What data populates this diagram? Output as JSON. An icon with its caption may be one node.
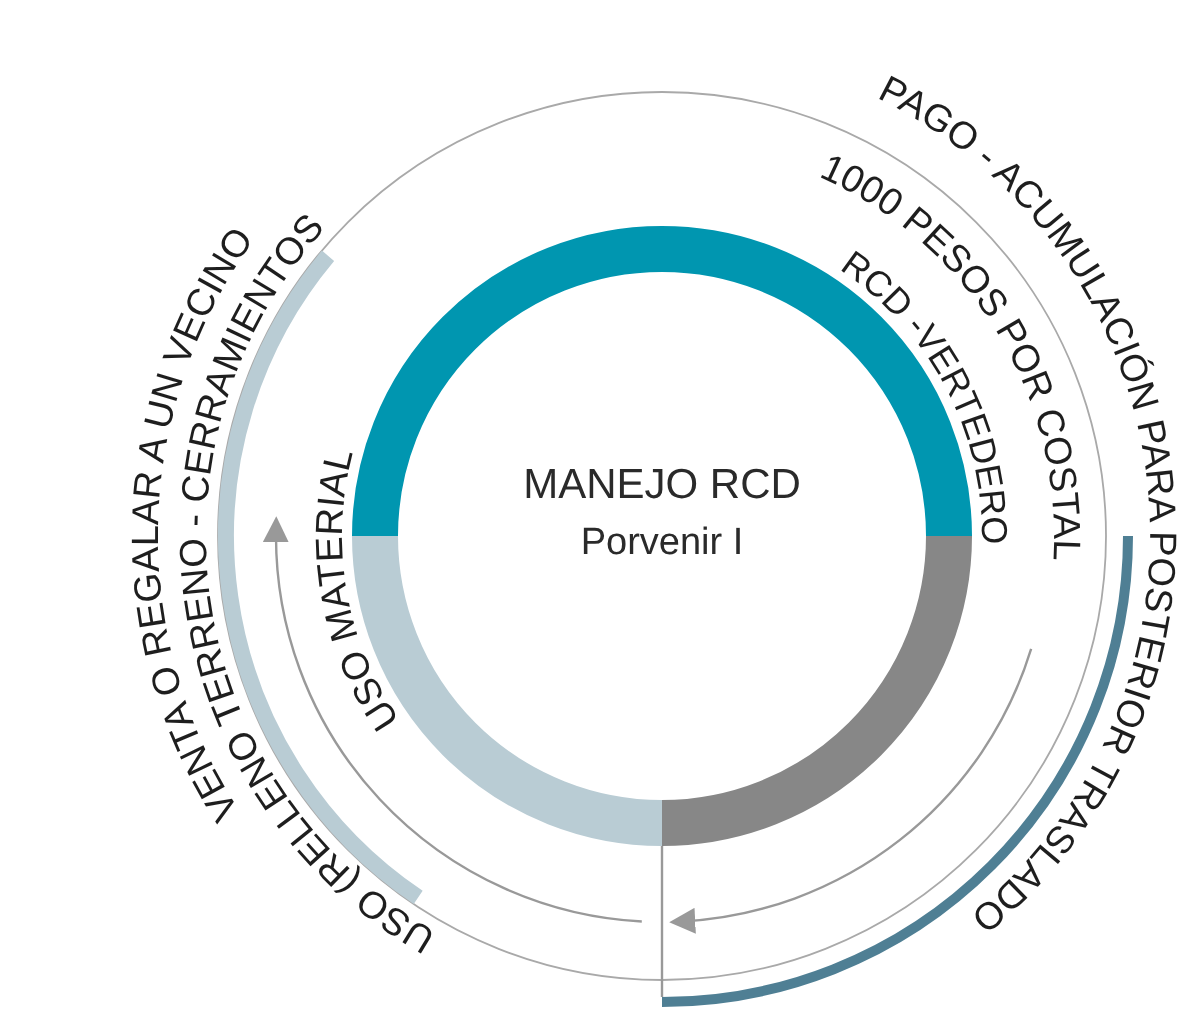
{
  "diagram": {
    "nodes": [
      {
        "text": [
          "MANEJO RCD",
          "Porvenir I"
        ]
      },
      {
        "text": [
          "PAGO - ACUMULACIÓN PARA POSTERIOR TRASLADO"
        ]
      },
      {
        "text": [
          "USO (RELLENO TERRENO - CERRAMIENTOS",
          "VENTA O REGALAR A UN VECINO"
        ]
      }
    ],
    "edges": [
      {
        "from": 0,
        "to": 1,
        "arrow": "none"
      }
    ],
    "labels": [
      "1000 PESOS POR COSTAL",
      "RCD -VERTEDERO",
      "USO MATERIAL"
    ]
  }
}
